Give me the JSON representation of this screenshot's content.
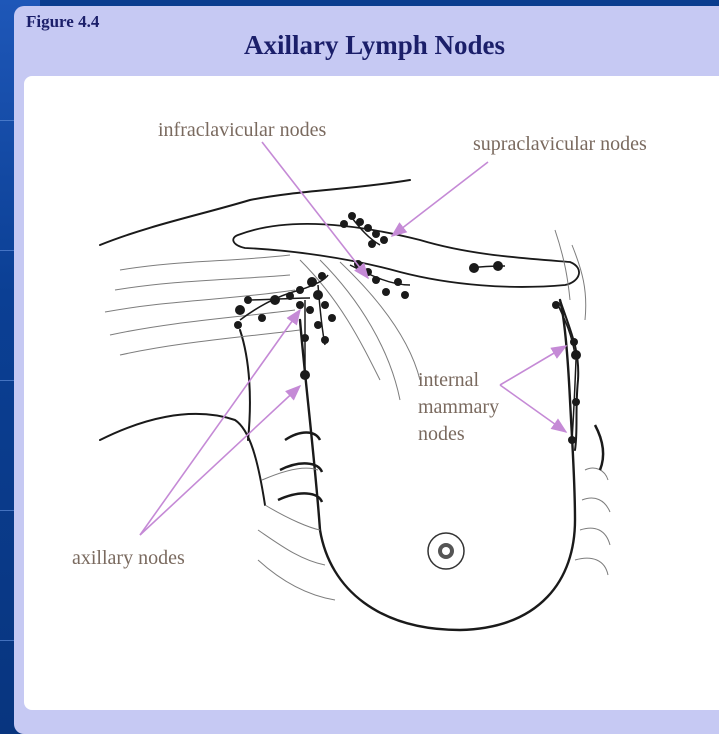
{
  "figure": {
    "label": "Figure 4.4",
    "title": "Axillary Lymph Nodes"
  },
  "labels": {
    "infraclavicular": "infraclavicular nodes",
    "supraclavicular": "supraclavicular nodes",
    "internal_line1": "internal",
    "internal_line2": "mammary",
    "internal_line3": "nodes",
    "axillary": "axillary nodes"
  },
  "colors": {
    "background": "#0a3d8f",
    "panel": "#c6c9f3",
    "title_text": "#1b1f6a",
    "label_text": "#7a6a5f",
    "pointer_arrows": "#c58ad6",
    "line_art": "#1a1a1a"
  }
}
